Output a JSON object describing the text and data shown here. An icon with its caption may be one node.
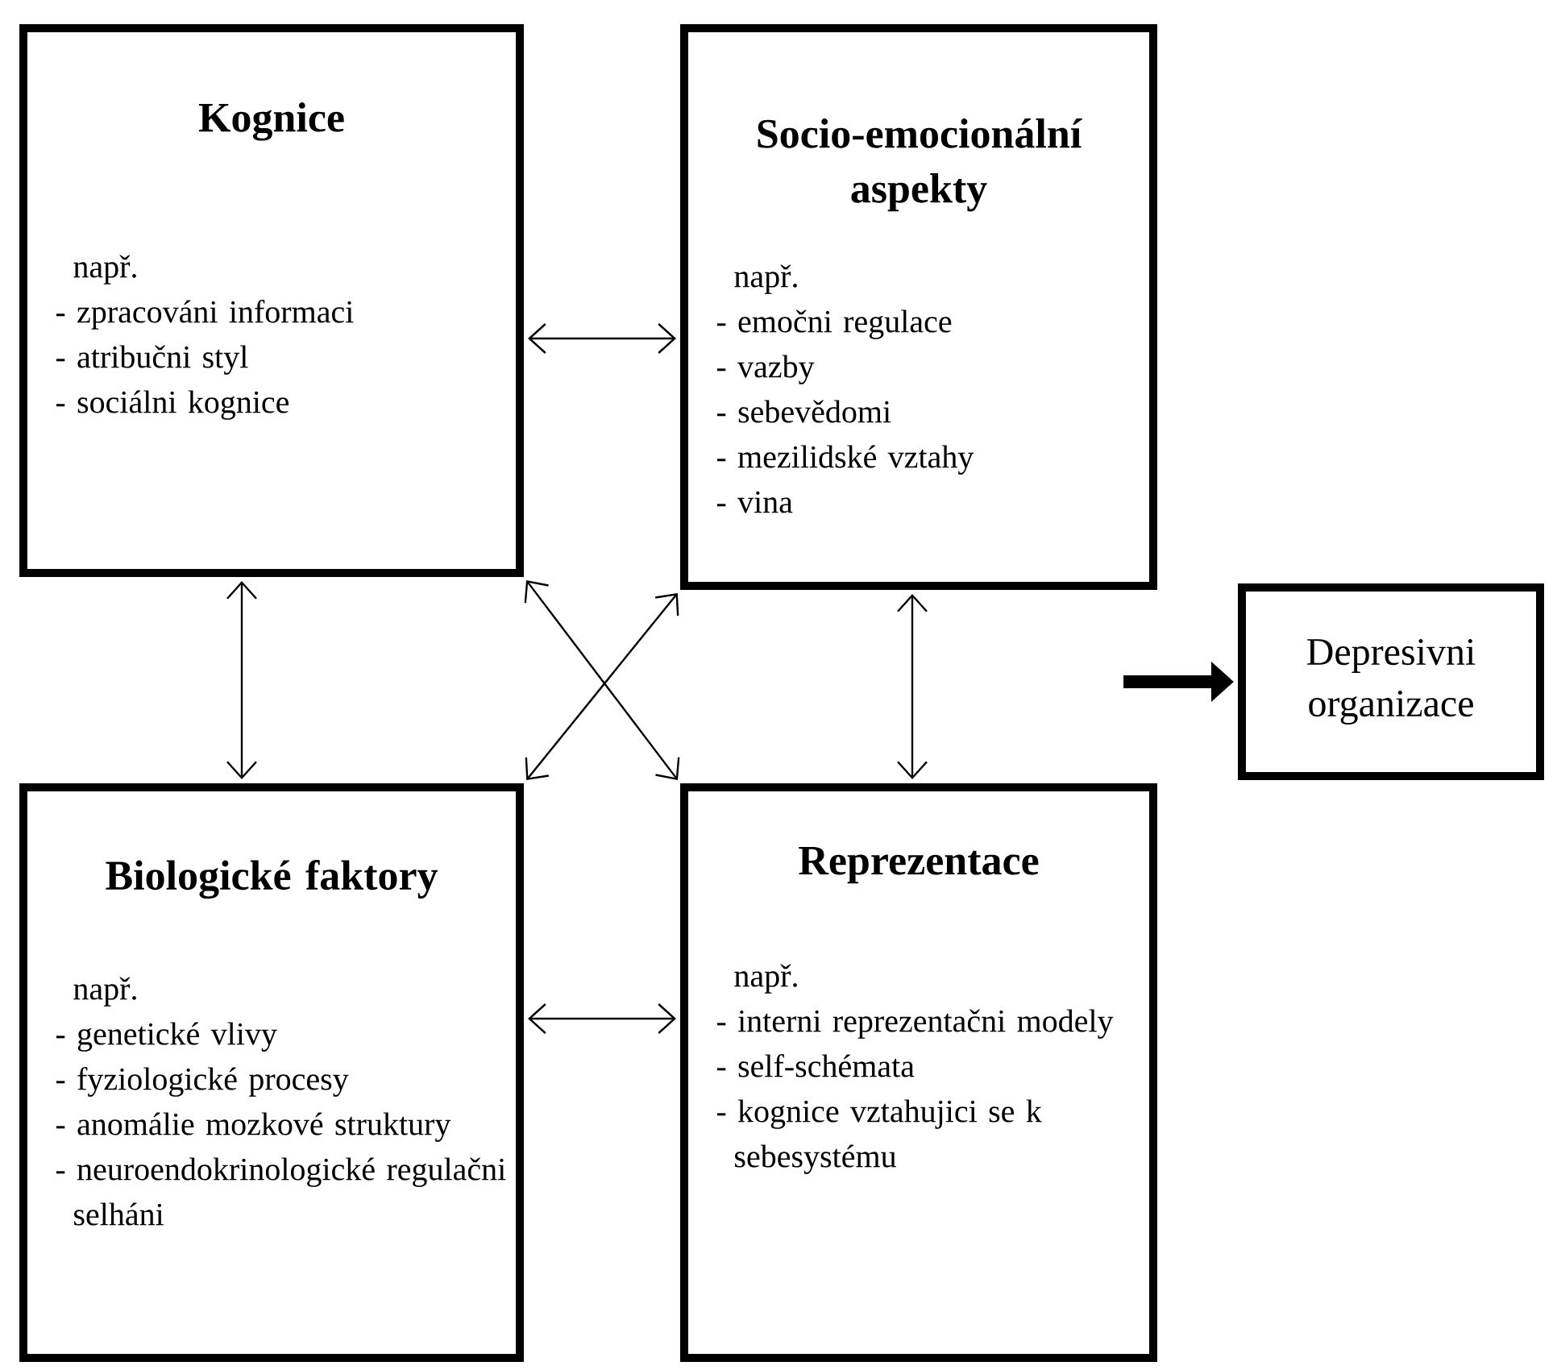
{
  "diagram": {
    "nodes": [
      {
        "text": [
          "Kognice",
          "např.",
          "- zpracováni informaci",
          "- atribučni styl",
          "- sociálni kognice"
        ]
      },
      {
        "text": [
          "Socio-emocionální aspekty",
          "např.",
          "- emočni regulace",
          "- vazby",
          "- sebevědomi",
          "- mezilidské vztahy",
          "- vina"
        ]
      },
      {
        "text": [
          "Biologické faktory",
          "např.",
          "- genetické vlivy",
          "- fyziologické procesy",
          "- anomálie mozkové struktury",
          "- neuroendokrinologické regulačni selháni"
        ]
      },
      {
        "text": [
          "Reprezentace",
          "např.",
          "- interni reprezentačni modely",
          "- self-schémata",
          "- kognice vztahujici se k sebesystému"
        ]
      },
      {
        "text": [
          "Depresivni organizace"
        ]
      }
    ],
    "edges": [
      {
        "from": 0,
        "to": 1,
        "arrow": "both"
      },
      {
        "from": 0,
        "to": 2,
        "arrow": "both"
      },
      {
        "from": 1,
        "to": 3,
        "arrow": "both"
      },
      {
        "from": 0,
        "to": 3,
        "arrow": "both"
      },
      {
        "from": 1,
        "to": 2,
        "arrow": "both"
      },
      {
        "from": 2,
        "to": 3,
        "arrow": "both"
      },
      {
        "from": null,
        "to": 4,
        "arrow": "to",
        "style": "thick"
      }
    ]
  }
}
